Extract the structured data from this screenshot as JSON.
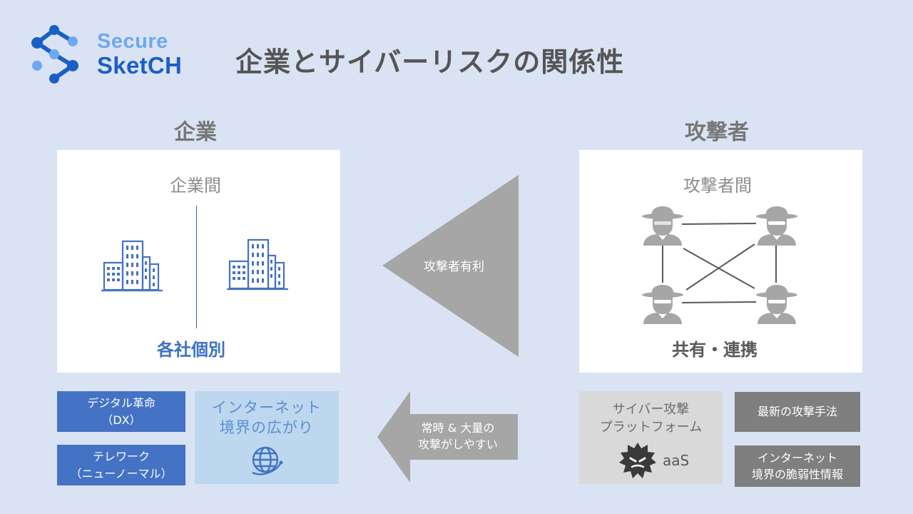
{
  "logo": {
    "line1": "Secure",
    "line2": "SketCH"
  },
  "title": "企業とサイバーリスクの関係性",
  "left": {
    "heading": "企業",
    "panel_title": "企業間",
    "caption": "各社個別"
  },
  "right": {
    "heading": "攻撃者",
    "panel_title": "攻撃者間",
    "caption": "共有・連携"
  },
  "center": {
    "triangle_label": "攻撃者有利",
    "arrow_line1": "常時 & 大量の",
    "arrow_line2": "攻撃がしやすい"
  },
  "left_bottom": {
    "dx_line1": "デジタル革命",
    "dx_line2": "（DX）",
    "tele_line1": "テレワーク",
    "tele_line2": "（ニューノーマル）",
    "internet_line1": "インターネット",
    "internet_line2": "境界の広がり"
  },
  "right_bottom": {
    "platform_line1": "サイバー攻撃",
    "platform_line2": "プラットフォーム",
    "aas": "aaS",
    "latest": "最新の攻撃手法",
    "vuln_line1": "インターネット",
    "vuln_line2": "境界の脆弱性情報"
  },
  "colors": {
    "background": "#dae3f3",
    "brand_blue": "#4472c4",
    "light_blue": "#bdd7ee",
    "gray_triangle": "#a6a6a6",
    "dark_gray": "#7f7f7f",
    "light_gray": "#d9d9d9"
  },
  "icons": [
    "share-network-icon",
    "building-icon",
    "hacker-icon",
    "globe-icon",
    "virus-icon"
  ]
}
